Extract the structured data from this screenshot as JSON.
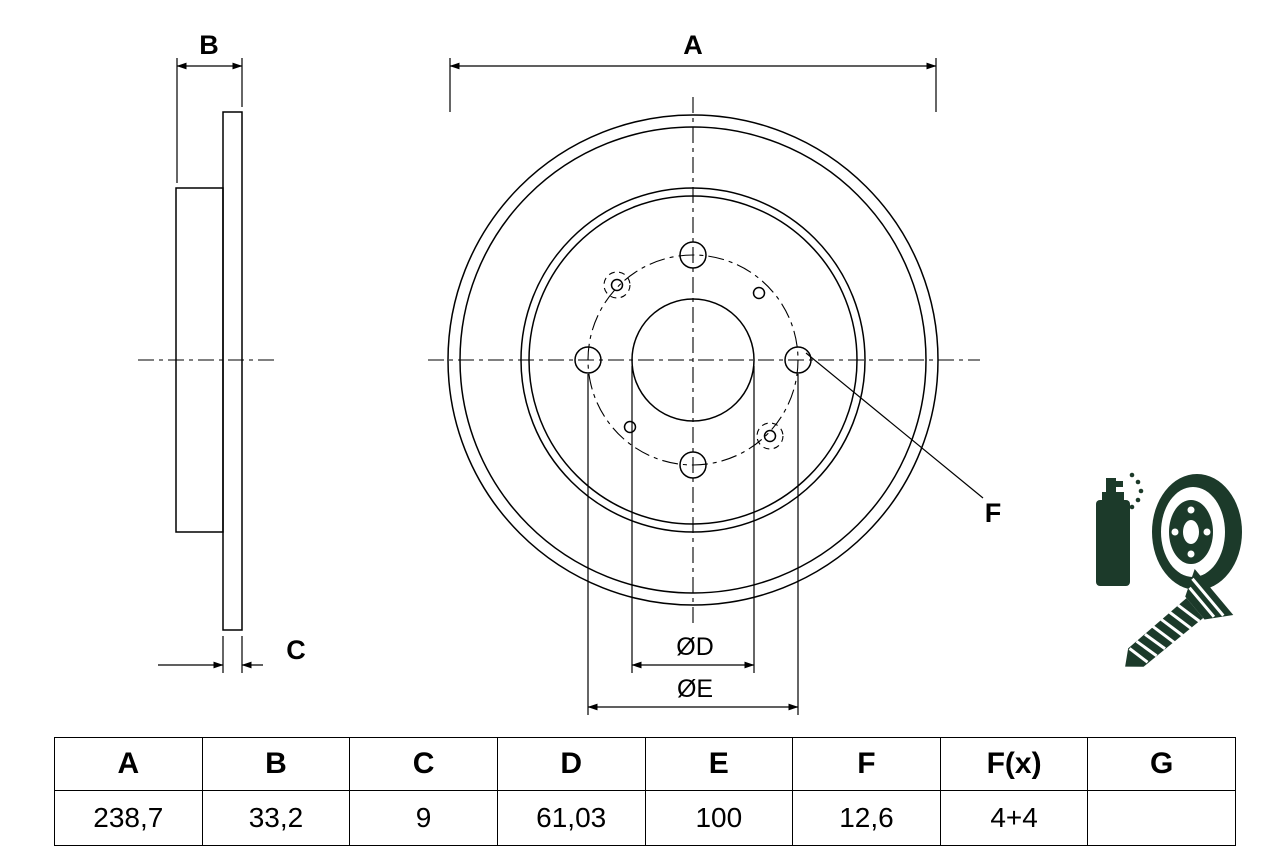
{
  "drawing": {
    "labels": {
      "a": "A",
      "b": "B",
      "c": "C",
      "f": "F",
      "d": "ØD",
      "e": "ØE"
    },
    "icons": [
      "spray-can-and-disc-icon",
      "countersunk-screw-icon"
    ]
  },
  "table": {
    "headers": [
      "A",
      "B",
      "C",
      "D",
      "E",
      "F",
      "F(x)",
      "G"
    ],
    "values": [
      "238,7",
      "33,2",
      "9",
      "61,03",
      "100",
      "12,6",
      "4+4",
      ""
    ]
  },
  "colors": {
    "line": "#000000",
    "icon_green": "#1c3a2a"
  }
}
